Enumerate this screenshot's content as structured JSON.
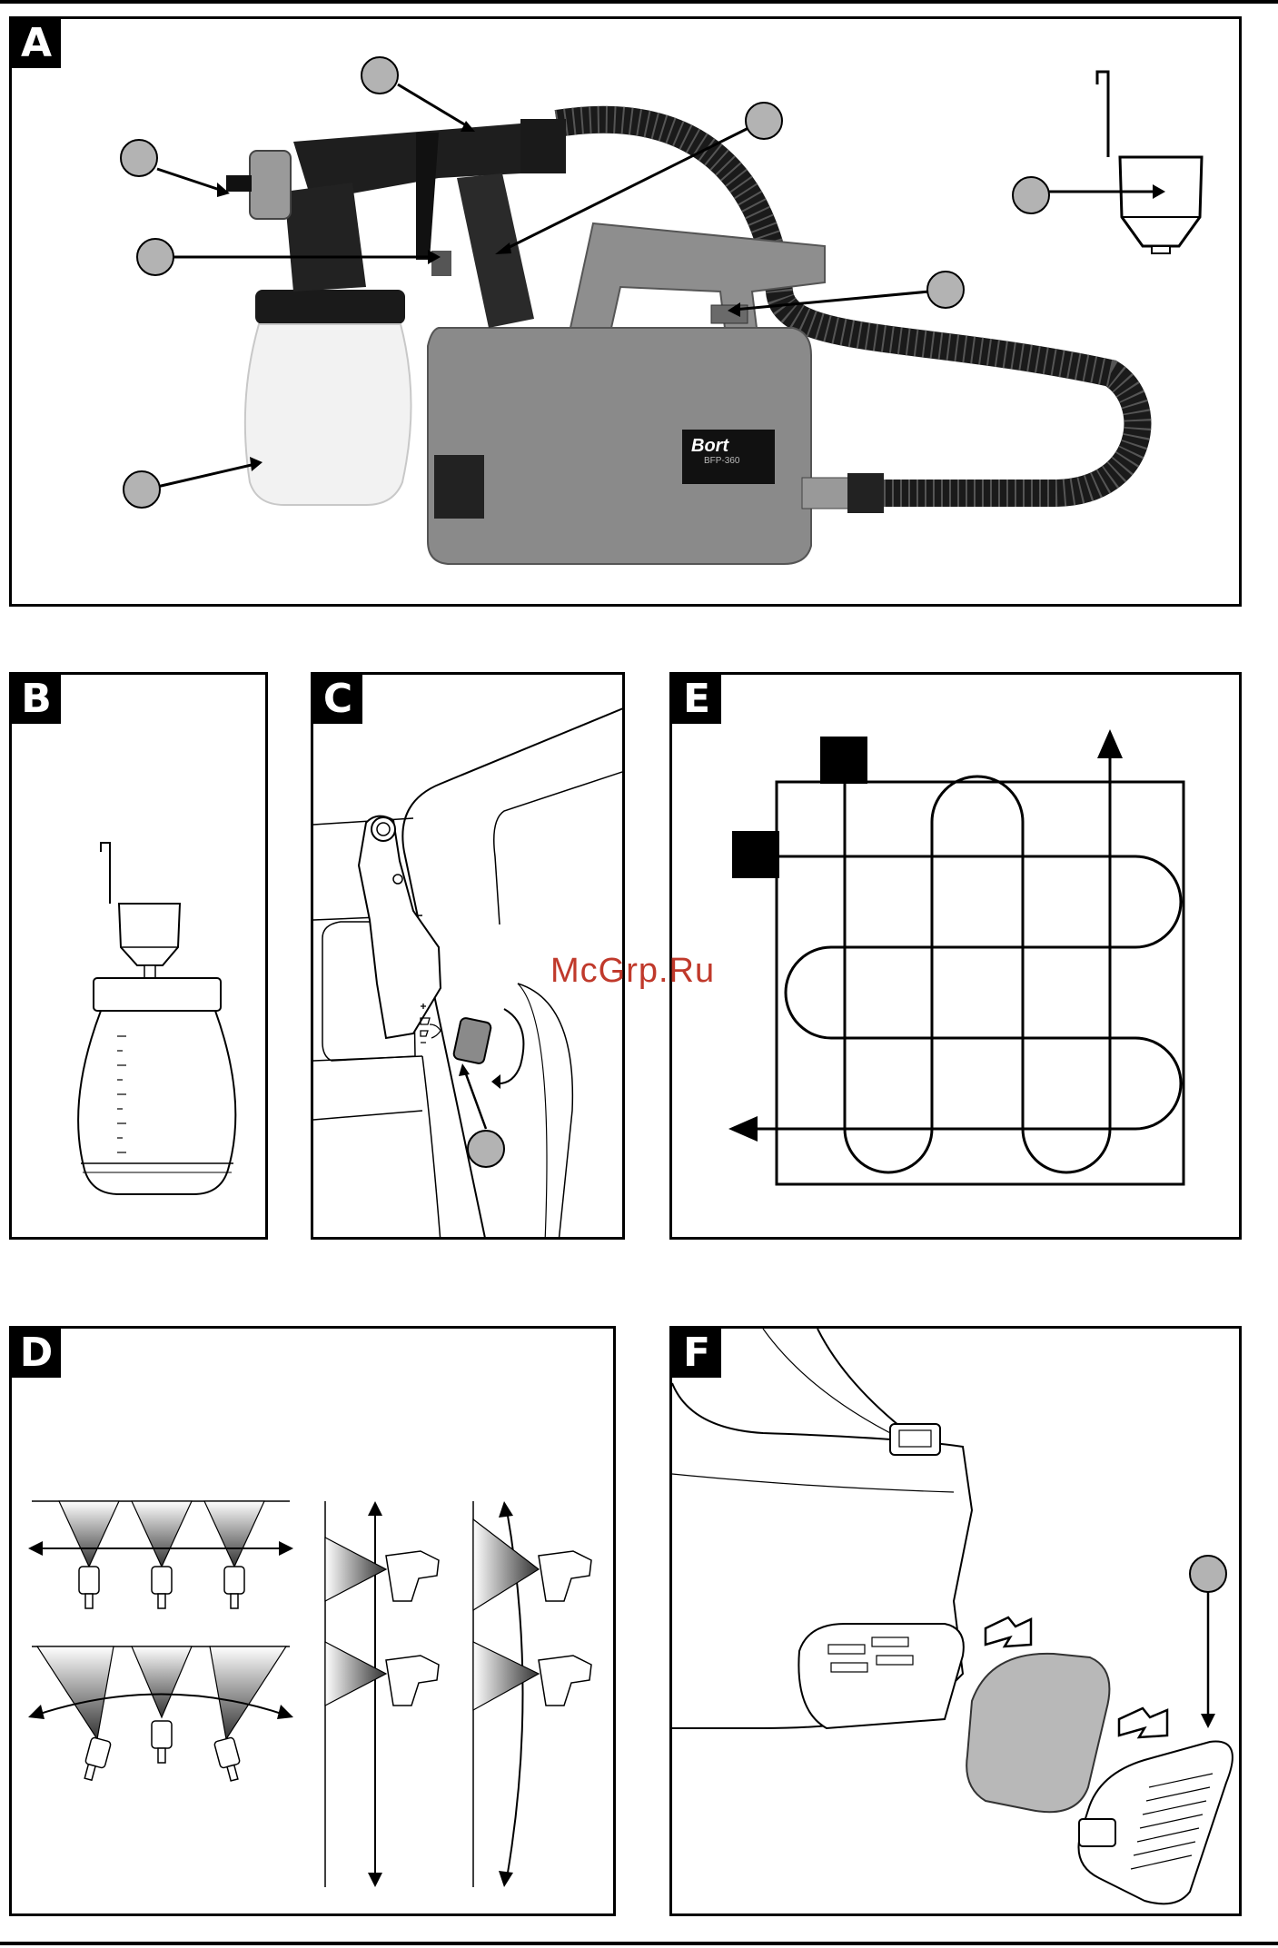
{
  "panels": {
    "a": {
      "letter": "A"
    },
    "b": {
      "letter": "B"
    },
    "c": {
      "letter": "C"
    },
    "d": {
      "letter": "D"
    },
    "e": {
      "letter": "E"
    },
    "f": {
      "letter": "F"
    }
  },
  "product": {
    "brand": "Bort",
    "model": "BFP-360"
  },
  "watermark": "McGrp.Ru",
  "colors": {
    "body_gray": "#808080",
    "black": "#000000",
    "marker_gray": "#b3b3b3",
    "watermark_red": "#c0392b"
  }
}
